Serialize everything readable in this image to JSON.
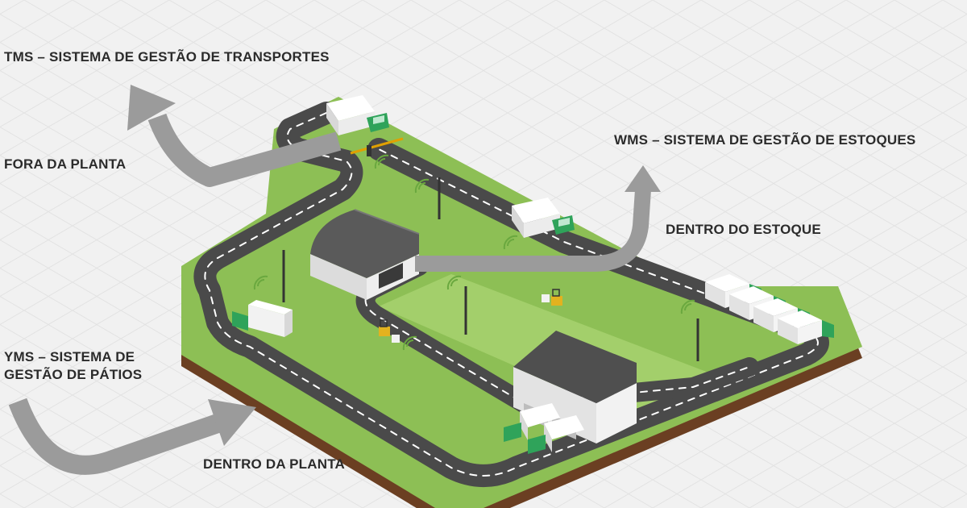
{
  "labels": {
    "tms_title": "TMS – SISTEMA DE GESTÃO DE TRANSPORTES",
    "tms_scope": "FORA DA PLANTA",
    "wms_title": "WMS – SISTEMA DE GESTÃO DE ESTOQUES",
    "wms_scope": "DENTRO DO ESTOQUE",
    "yms_title_line1": "YMS – SISTEMA DE",
    "yms_title_line2": "GESTÃO DE PÁTIOS",
    "yms_scope": "DENTRO DA PLANTA"
  },
  "colors": {
    "background": "#f1f1f1",
    "grid": "#e2e2e2",
    "grass": "#8dbf55",
    "grass_light": "#a3cf6b",
    "soil": "#6b3f22",
    "road": "#4a4a4a",
    "road_dash": "#ffffff",
    "arrow": "#9b9b9b",
    "truck_cab": "#2fa35a",
    "truck_box": "#f4f4f4",
    "building_wall": "#e9e9e9",
    "building_roof": "#5a5a5a",
    "forklift": "#e3b21f"
  },
  "icons": [
    "wifi-signal-icon",
    "truck-icon",
    "warehouse-icon",
    "forklift-icon"
  ]
}
